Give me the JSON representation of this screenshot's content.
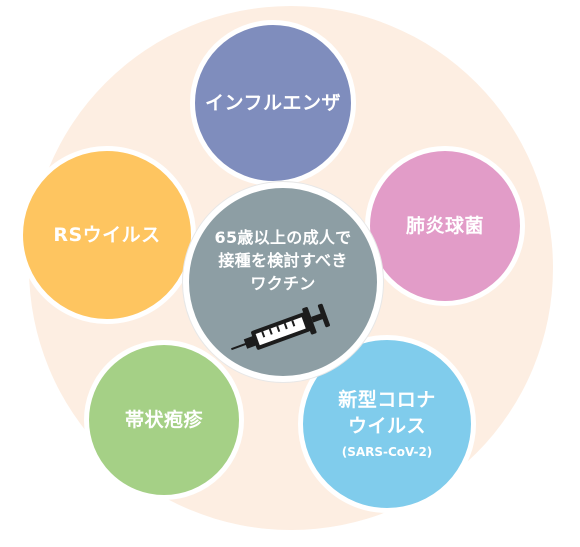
{
  "diagram": {
    "center": {
      "title": "65歳以上の成人で\n接種を検討すべき\nワクチン",
      "icon": "syringe-icon"
    },
    "vaccines": [
      {
        "label": "インフルエンザ",
        "color": "#7f8dbd"
      },
      {
        "label": "肺炎球菌",
        "color": "#e29cc8"
      },
      {
        "label": "新型コロナ\nウイルス",
        "sublabel": "(SARS-CoV-2)",
        "color": "#80ccec"
      },
      {
        "label": "帯状疱疹",
        "color": "#a5d086"
      },
      {
        "label": "RSウイルス",
        "color": "#fec560"
      }
    ],
    "colors": {
      "backdrop": "#fdeee2",
      "center": "#8d9ea4"
    }
  }
}
